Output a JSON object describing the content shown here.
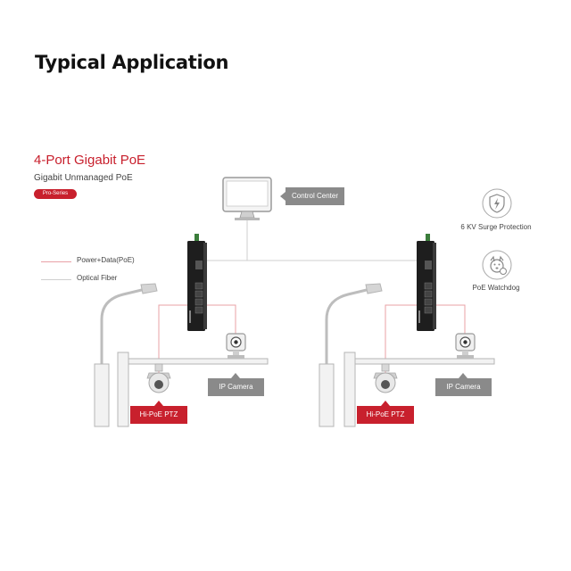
{
  "page": {
    "heading": "Typical Application"
  },
  "product": {
    "title": "4-Port Gigabit PoE",
    "subtitle": "Gigabit Unmanaged PoE",
    "series_badge": "Pro-Series"
  },
  "legend": {
    "power_data": "Power+Data(PoE)",
    "optical_fiber": "Optical  Fiber"
  },
  "labels": {
    "control_center": "Control Center",
    "ip_camera_left": "IP Camera",
    "ip_camera_right": "IP Camera",
    "ptz_left": "Hi-PoE PTZ",
    "ptz_right": "Hi-PoE PTZ"
  },
  "features": {
    "surge": "6 KV Surge Protection",
    "watchdog": "PoE Watchdog"
  },
  "colors": {
    "accent_red": "#c8202d",
    "callout_gray": "#8a8a8a",
    "poe_line": "#e8a0a6",
    "fiber_line": "#cfcfcf"
  },
  "icons": [
    "monitor-icon",
    "poe-switch-icon",
    "street-pole-icon",
    "ip-camera-icon",
    "ptz-camera-icon",
    "surge-protection-icon",
    "watchdog-icon"
  ]
}
